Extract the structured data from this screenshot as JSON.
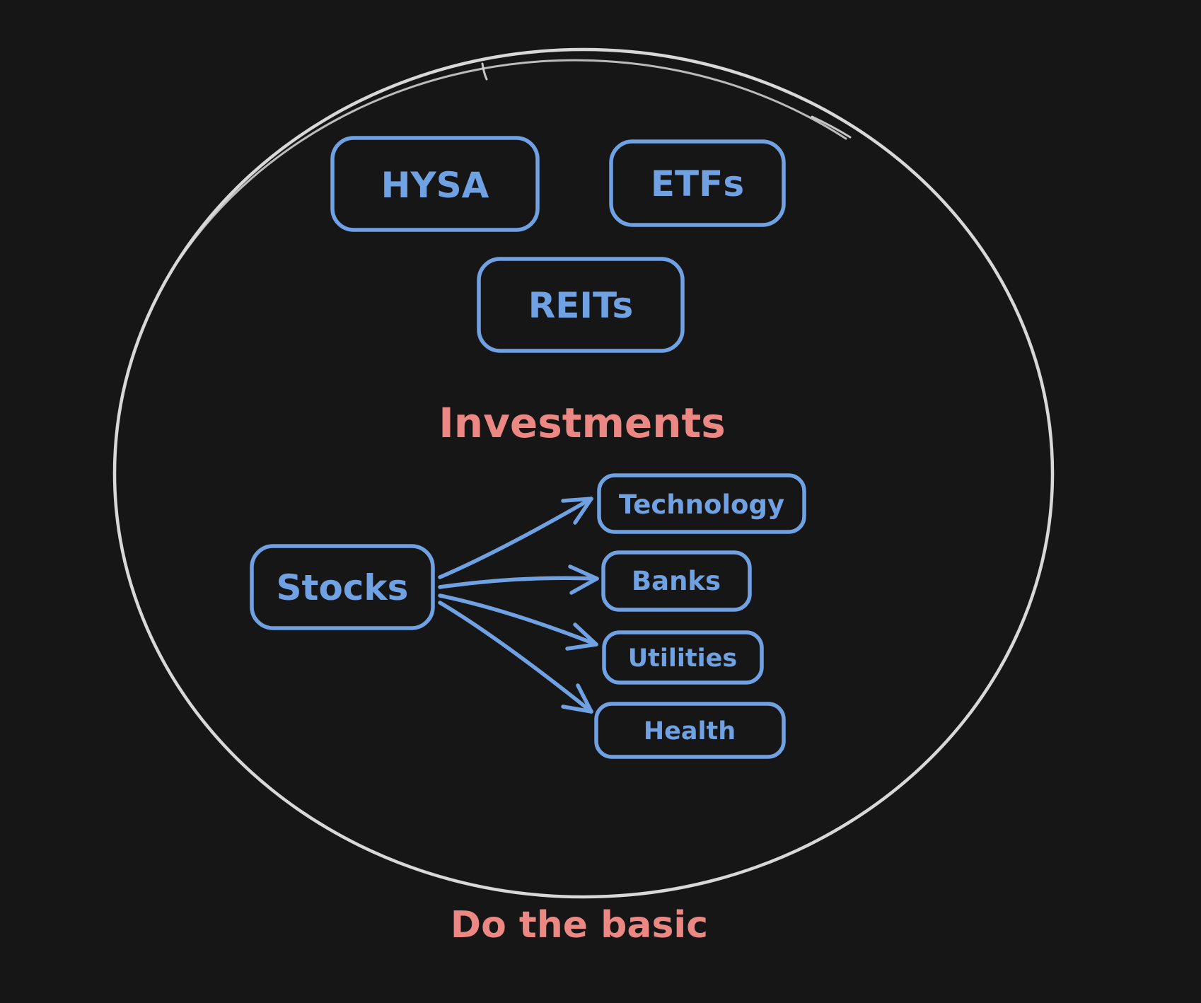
{
  "diagram": {
    "title": "Investments",
    "caption": "Do the basic",
    "nodes": [
      {
        "id": "hysa",
        "label": "HYSA"
      },
      {
        "id": "etfs",
        "label": "ETFs"
      },
      {
        "id": "reits",
        "label": "REITs"
      },
      {
        "id": "stocks",
        "label": "Stocks"
      },
      {
        "id": "technology",
        "label": "Technology"
      },
      {
        "id": "banks",
        "label": "Banks"
      },
      {
        "id": "utilities",
        "label": "Utilities"
      },
      {
        "id": "health",
        "label": "Health"
      }
    ],
    "edges": [
      {
        "from": "Stocks",
        "to": "Technology"
      },
      {
        "from": "Stocks",
        "to": "Banks"
      },
      {
        "from": "Stocks",
        "to": "Utilities"
      },
      {
        "from": "Stocks",
        "to": "Health"
      }
    ],
    "colors": {
      "background": "#161616",
      "node_stroke": "#6FA1E3",
      "node_text": "#6FA1E3",
      "accent_text": "#EC8884",
      "ellipse_stroke": "#D8D8D8"
    }
  }
}
